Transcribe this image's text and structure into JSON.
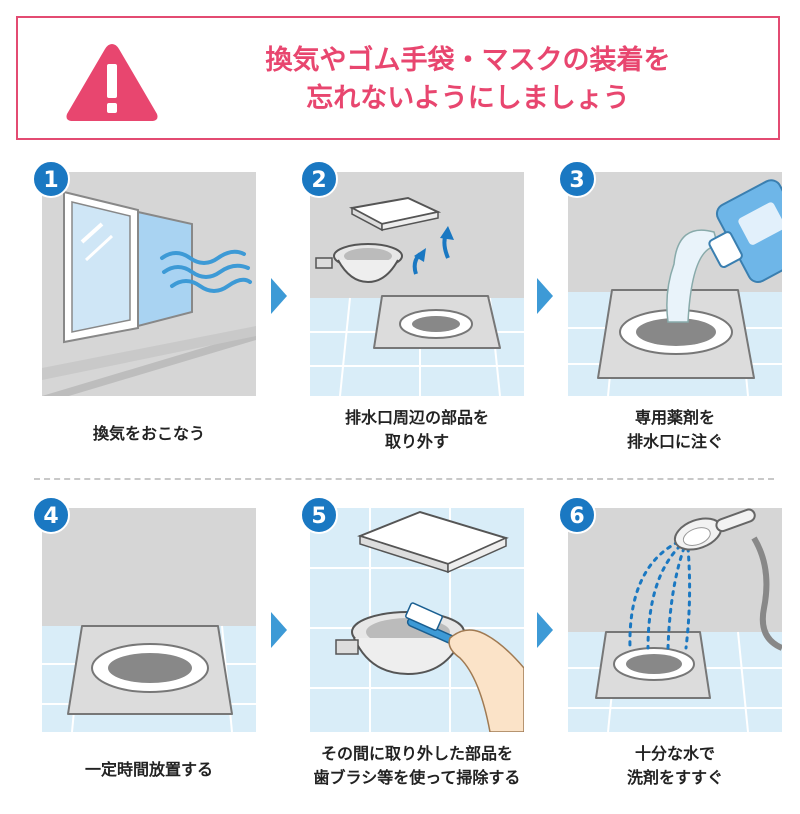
{
  "banner": {
    "line1": "換気やゴム手袋・マスクの装着を",
    "line2": "忘れないようにしましょう",
    "icon": "warning-icon",
    "color": "#e8466f"
  },
  "steps": [
    {
      "num": "1",
      "caption1": "換気をおこなう",
      "caption2": ""
    },
    {
      "num": "2",
      "caption1": "排水口周辺の部品を",
      "caption2": "取り外す"
    },
    {
      "num": "3",
      "caption1": "専用薬剤を",
      "caption2": "排水口に注ぐ"
    },
    {
      "num": "4",
      "caption1": "一定時間放置する",
      "caption2": ""
    },
    {
      "num": "5",
      "caption1": "その間に取り外した部品を",
      "caption2": "歯ブラシ等を使って掃除する"
    },
    {
      "num": "6",
      "caption1": "十分な水で",
      "caption2": "洗剤をすすぐ"
    }
  ],
  "colors": {
    "accent": "#e8466f",
    "step_badge": "#1a78c2",
    "arrow": "#3d9ad6",
    "tile": "#d9edf8",
    "wall": "#d6d6d6"
  }
}
